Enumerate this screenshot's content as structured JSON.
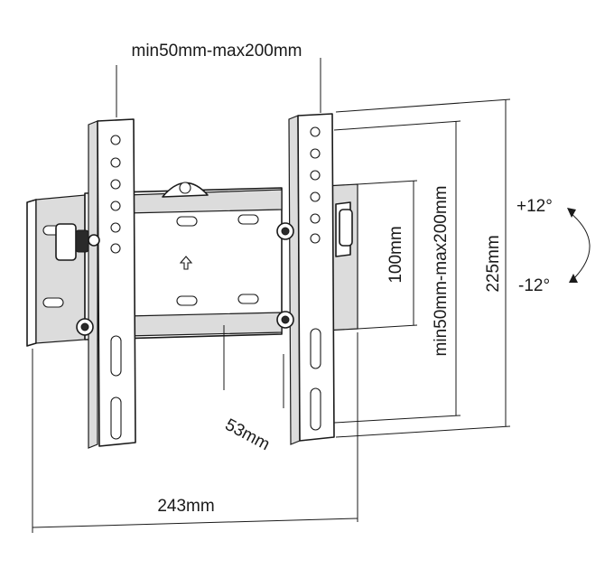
{
  "labels": {
    "top_width": "min50mm-max200mm",
    "inner_height_100": "100mm",
    "vesa_height": "min50mm-max200mm",
    "total_height": "225mm",
    "tilt_up": "+12°",
    "tilt_down": "-12°",
    "depth": "53mm",
    "total_width": "243mm"
  },
  "icons": {
    "arrow": "up-arrow-icon",
    "tilt": "curved-double-arrow-icon"
  }
}
